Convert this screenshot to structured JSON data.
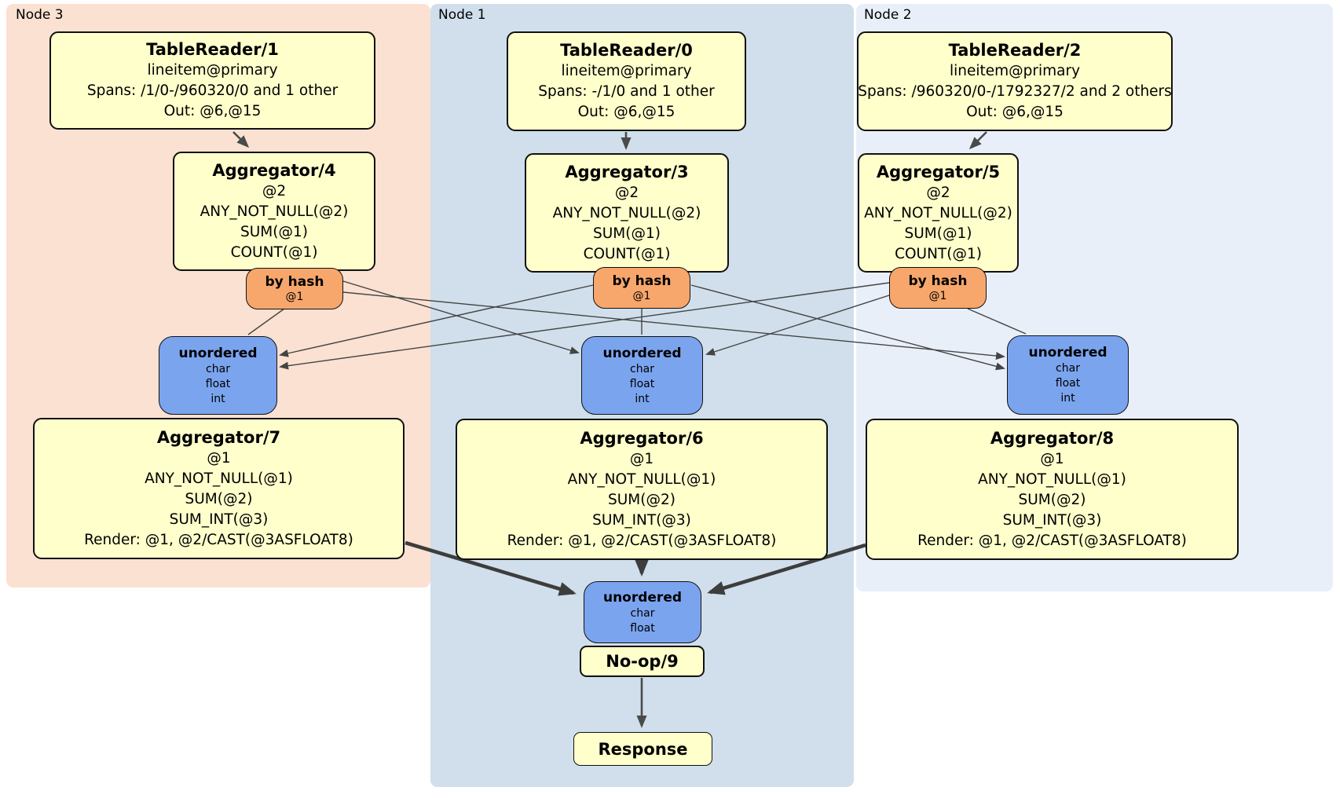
{
  "diagram": {
    "nodes": {
      "node3": {
        "label": "Node 3"
      },
      "node1": {
        "label": "Node 1"
      },
      "node2": {
        "label": "Node 2"
      }
    },
    "boxes": {
      "tr1": {
        "title": "TableReader/1",
        "lines": [
          "lineitem@primary",
          "Spans: /1/0-/960320/0 and 1 other",
          "Out: @6,@15"
        ]
      },
      "tr0": {
        "title": "TableReader/0",
        "lines": [
          "lineitem@primary",
          "Spans: -/1/0 and 1 other",
          "Out: @6,@15"
        ]
      },
      "tr2": {
        "title": "TableReader/2",
        "lines": [
          "lineitem@primary",
          "Spans: /960320/0-/1792327/2 and 2 others",
          "Out: @6,@15"
        ]
      },
      "agg4": {
        "title": "Aggregator/4",
        "lines": [
          "@2",
          "ANY_NOT_NULL(@2)",
          "SUM(@1)",
          "COUNT(@1)"
        ]
      },
      "agg3": {
        "title": "Aggregator/3",
        "lines": [
          "@2",
          "ANY_NOT_NULL(@2)",
          "SUM(@1)",
          "COUNT(@1)"
        ]
      },
      "agg5": {
        "title": "Aggregator/5",
        "lines": [
          "@2",
          "ANY_NOT_NULL(@2)",
          "SUM(@1)",
          "COUNT(@1)"
        ]
      },
      "agg7": {
        "title": "Aggregator/7",
        "lines": [
          "@1",
          "ANY_NOT_NULL(@1)",
          "SUM(@2)",
          "SUM_INT(@3)",
          "Render: @1, @2/CAST(@3ASFLOAT8)"
        ]
      },
      "agg6": {
        "title": "Aggregator/6",
        "lines": [
          "@1",
          "ANY_NOT_NULL(@1)",
          "SUM(@2)",
          "SUM_INT(@3)",
          "Render: @1, @2/CAST(@3ASFLOAT8)"
        ]
      },
      "agg8": {
        "title": "Aggregator/8",
        "lines": [
          "@1",
          "ANY_NOT_NULL(@1)",
          "SUM(@2)",
          "SUM_INT(@3)",
          "Render: @1, @2/CAST(@3ASFLOAT8)"
        ]
      },
      "noop": {
        "title": "No-op/9"
      },
      "response": {
        "title": "Response"
      }
    },
    "routers": {
      "r3": {
        "label": "by hash",
        "detail": "@1"
      },
      "r1": {
        "label": "by hash",
        "detail": "@1"
      },
      "r2": {
        "label": "by hash",
        "detail": "@1"
      }
    },
    "syncs": {
      "u3": {
        "label": "unordered",
        "items": [
          "char",
          "float",
          "int"
        ]
      },
      "u1": {
        "label": "unordered",
        "items": [
          "char",
          "float",
          "int"
        ]
      },
      "u2": {
        "label": "unordered",
        "items": [
          "char",
          "float",
          "int"
        ]
      },
      "ufinal": {
        "label": "unordered",
        "items": [
          "char",
          "float"
        ]
      }
    },
    "colors": {
      "node3_bg": "#fbe1d2",
      "node1_bg": "#d0dfeb",
      "node2_bg": "#e9eff9",
      "processor_fill": "#ffffcc",
      "router_fill": "#f7a76c",
      "sync_fill": "#7ba4ef",
      "edge": "#444444",
      "border": "#111111",
      "text": "#000000"
    }
  }
}
